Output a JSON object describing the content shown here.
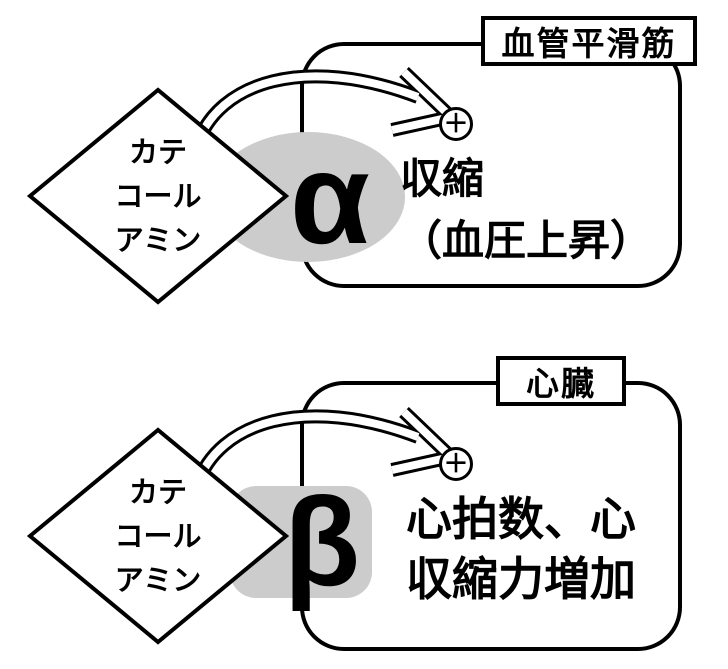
{
  "diagrams": [
    {
      "organ_label": "血管平滑筋",
      "source_lines": [
        "カテ",
        "コール",
        "アミン"
      ],
      "receptor": "α",
      "stimulus_sign": "＋",
      "effect_lines": [
        "収縮",
        "（血圧上昇）"
      ]
    },
    {
      "organ_label": "心臓",
      "source_lines": [
        "カテ",
        "コール",
        "アミン"
      ],
      "receptor": "β",
      "stimulus_sign": "＋",
      "effect_lines": [
        "心拍数、心",
        "収縮力増加"
      ]
    }
  ],
  "colors": {
    "receptor_blob": "#cccccc",
    "line": "#000000",
    "background": "#ffffff"
  }
}
